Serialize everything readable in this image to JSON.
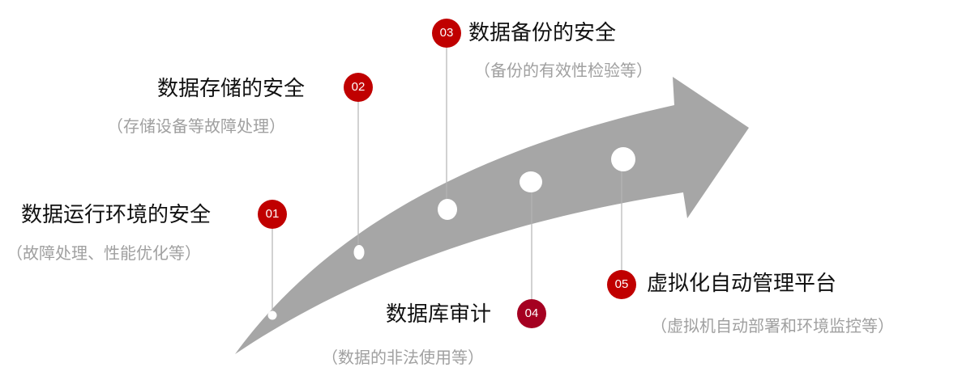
{
  "colors": {
    "badge": "#c00000",
    "badge_dark": "#a50021",
    "arrow": "#a6a6a6",
    "subtitle": "#a0a0a0"
  },
  "items": [
    {
      "num": "01",
      "title": "数据运行环境的安全",
      "subtitle": "（故障处理、性能优化等）"
    },
    {
      "num": "02",
      "title": "数据存储的安全",
      "subtitle": "（存储设备等故障处理）"
    },
    {
      "num": "03",
      "title": "数据备份的安全",
      "subtitle": "（备份的有效性检验等）"
    },
    {
      "num": "04",
      "title": "数据库审计",
      "subtitle": "（数据的非法使用等）"
    },
    {
      "num": "05",
      "title": "虚拟化自动管理平台",
      "subtitle": "（虚拟机自动部署和环境监控等）"
    }
  ]
}
